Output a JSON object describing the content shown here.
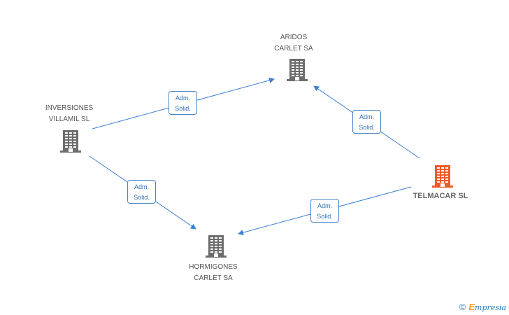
{
  "colors": {
    "building_gray": "#6d6d6d",
    "building_focal": "#ef5a2a",
    "edge": "#3c7fd1",
    "edge_label_text": "#2d6db3"
  },
  "nodes": {
    "aridos": {
      "line1": "ARIDOS",
      "line2": "CARLET SA",
      "icon": "building-icon"
    },
    "inversiones": {
      "line1": "INVERSIONES",
      "line2": "VILLAMIL SL",
      "icon": "building-icon"
    },
    "hormigones": {
      "line1": "HORMIGONES",
      "line2": "CARLET SA",
      "icon": "building-icon"
    },
    "telmacar": {
      "line1": "TELMACAR SL",
      "icon": "building-icon",
      "focal": true
    }
  },
  "edges": [
    {
      "from": "INVERSIONES VILLAMIL SL",
      "to": "ARIDOS CARLET SA",
      "label_line1": "Adm.",
      "label_line2": "Solid."
    },
    {
      "from": "INVERSIONES VILLAMIL SL",
      "to": "HORMIGONES CARLET SA",
      "label_line1": "Adm.",
      "label_line2": "Solid."
    },
    {
      "from": "TELMACAR SL",
      "to": "ARIDOS CARLET SA",
      "label_line1": "Adm.",
      "label_line2": "Solid."
    },
    {
      "from": "TELMACAR SL",
      "to": "HORMIGONES CARLET SA",
      "label_line1": "Adm.",
      "label_line2": "Solid."
    }
  ],
  "watermark": {
    "copyright": "©",
    "brand_initial": "E",
    "brand_rest": "mpresia"
  }
}
